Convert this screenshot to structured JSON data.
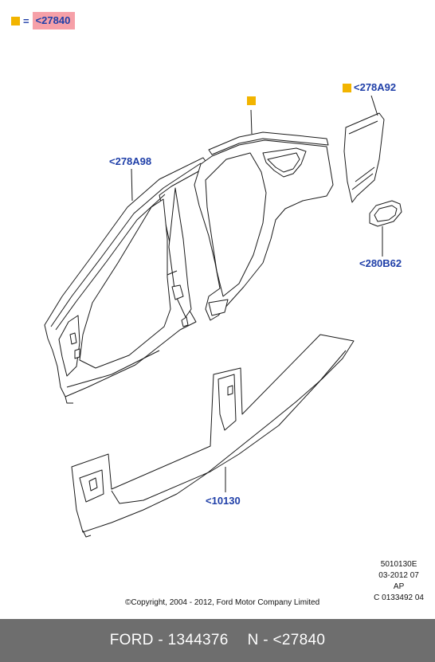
{
  "legend": {
    "symbol_color": "#f2b400",
    "equals": "=",
    "code": "<27840",
    "highlight_color": "#f6a0a8"
  },
  "callouts": {
    "a_pillar": "<278A98",
    "quarter_extension": "<278A92",
    "fuel_door": "<280B62",
    "rocker": "<10130"
  },
  "meta": {
    "line1": "5010130E",
    "line2": "03-2012 07",
    "line3": "AP",
    "line4": "C 0133492 04"
  },
  "copyright": "©Copyright, 2004 - 2012, Ford Motor Company Limited",
  "footer": {
    "left": "FORD - 1344376",
    "right": "N - <27840"
  },
  "colors": {
    "label_blue": "#1f3fa8",
    "footer_bg": "#6e6e6e"
  }
}
